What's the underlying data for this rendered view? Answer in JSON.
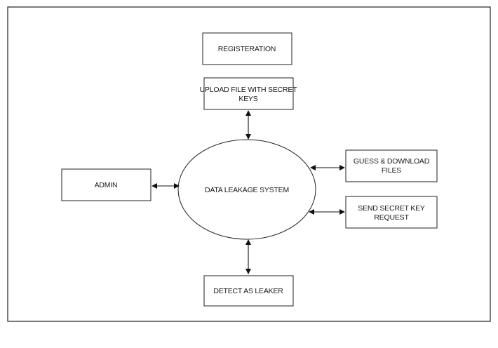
{
  "diagram": {
    "center": {
      "label": "DATA LEAKAGE SYSTEM"
    },
    "nodes": {
      "registration": {
        "label": "REGISTERATION"
      },
      "upload": {
        "line1": "UPLOAD FILE WITH SECRET",
        "line2": "KEYS"
      },
      "guess": {
        "line1": "GUESS & DOWNLOAD",
        "line2": "FILES"
      },
      "admin": {
        "label": "ADMIN"
      },
      "send_key": {
        "line1": "SEND SECRET KEY",
        "line2": "REQUEST"
      },
      "detect": {
        "label": "DETECT AS LEAKER"
      }
    }
  }
}
